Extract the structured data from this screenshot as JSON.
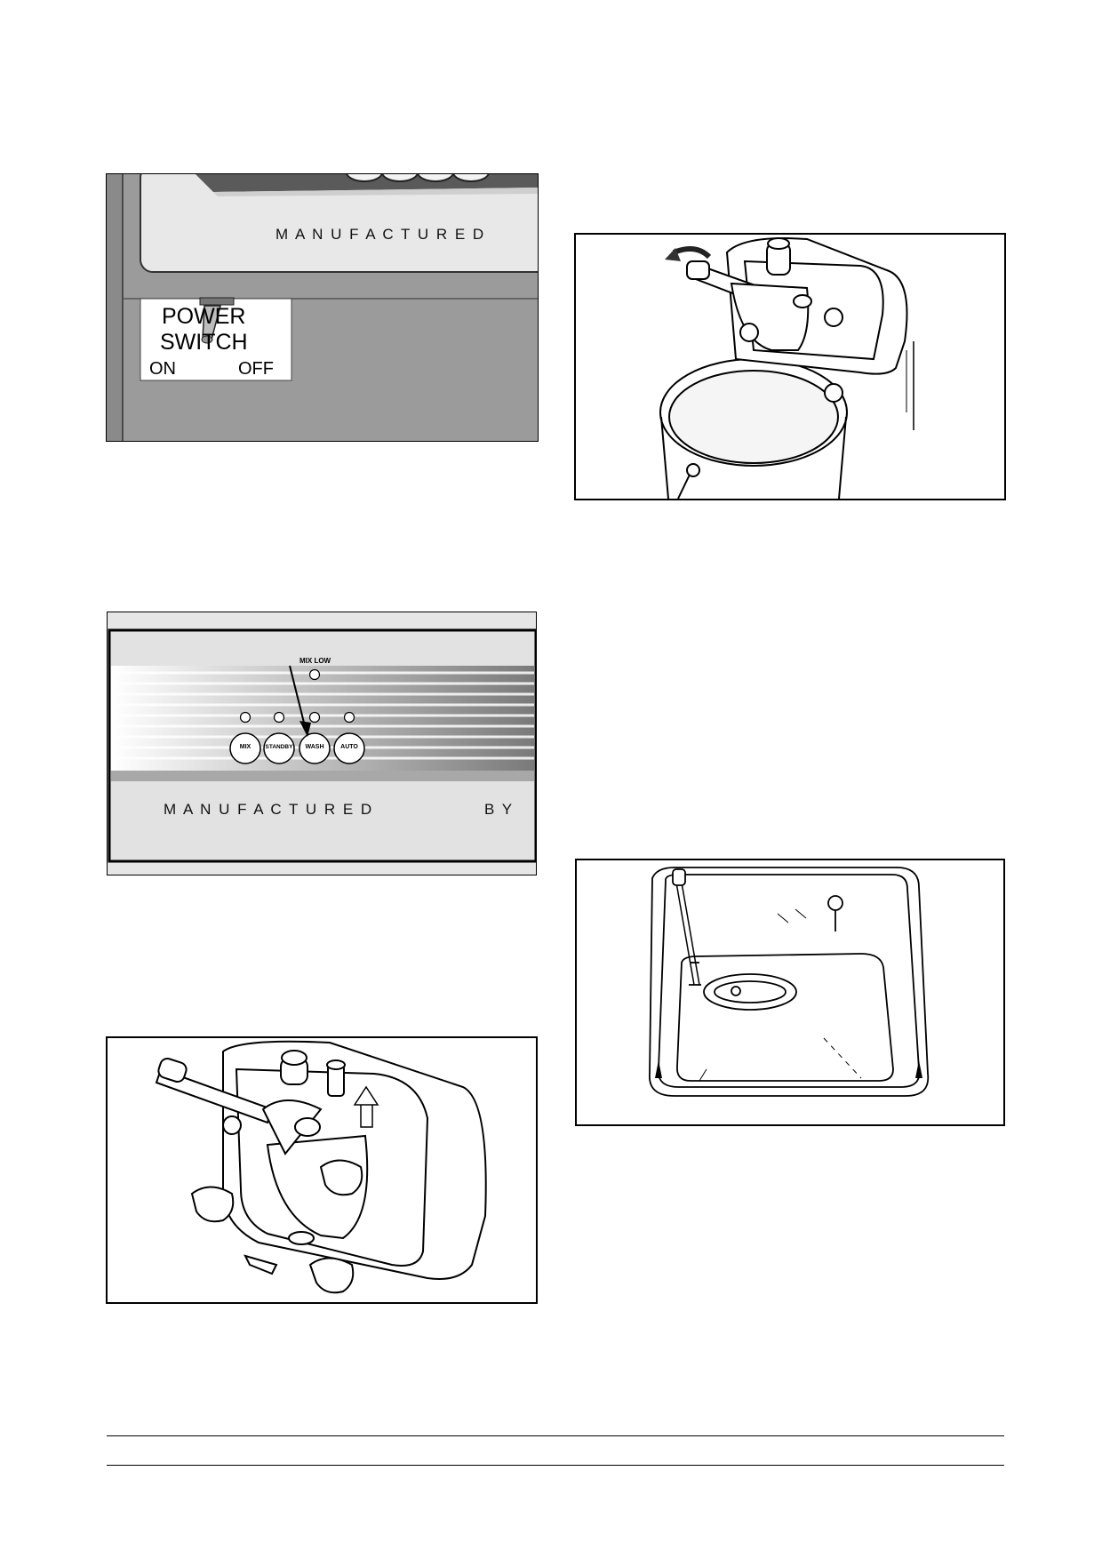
{
  "figures": {
    "power_switch": {
      "panel_text": "M A N U F A C T U R E D",
      "label_line1": "POWER",
      "label_line2": "SWITCH",
      "on_label": "ON",
      "off_label": "OFF"
    },
    "control_panel": {
      "mix_low_label": "MIX LOW",
      "buttons": [
        "MIX",
        "STANDBY",
        "WASH",
        "AUTO"
      ],
      "manufactured": "M A N U F A C T U R E D",
      "by": "B Y"
    }
  }
}
